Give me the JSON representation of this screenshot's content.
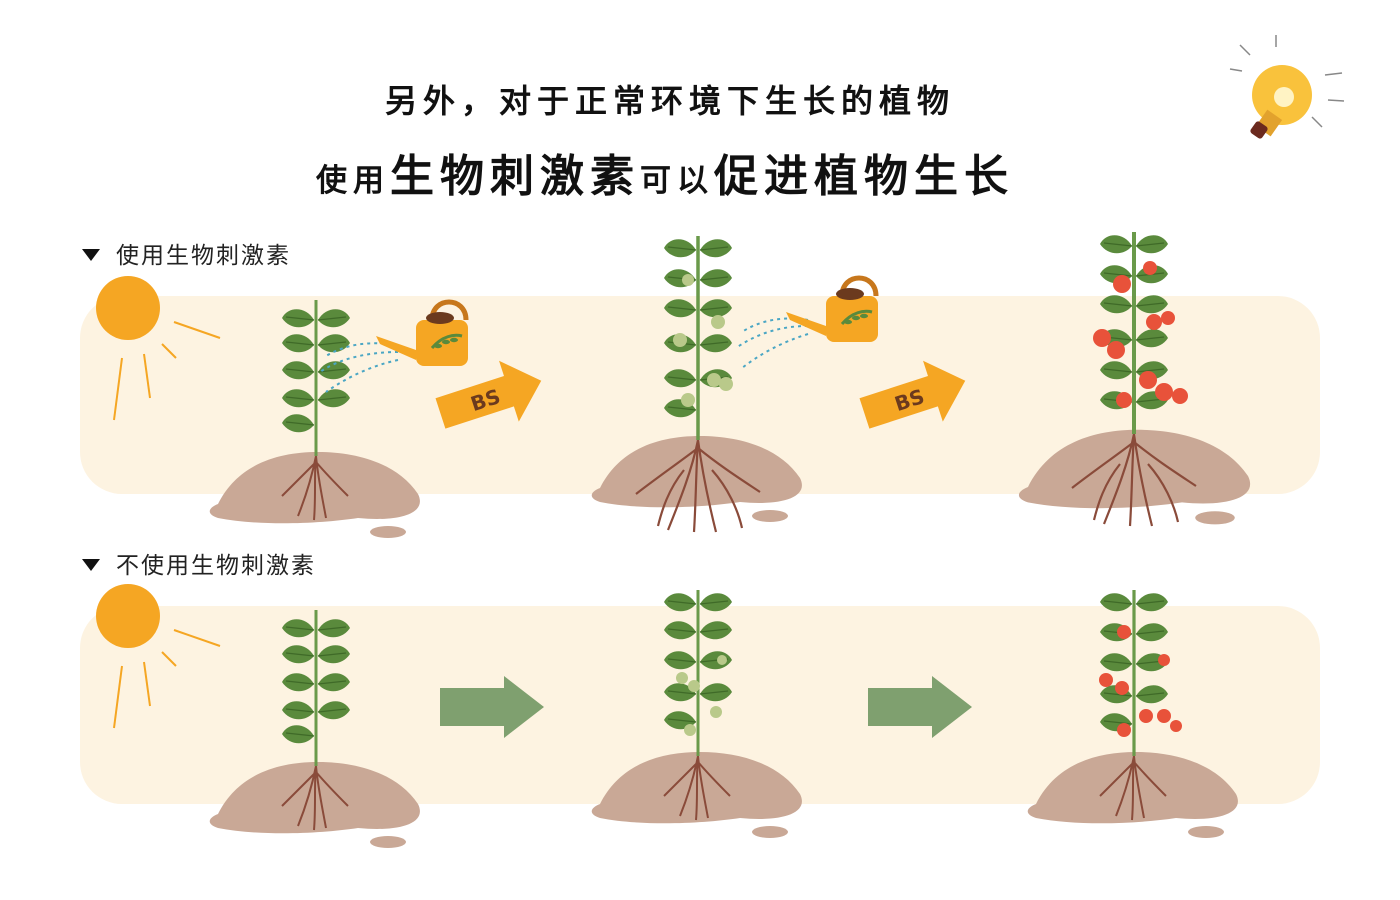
{
  "title": {
    "line1": "另外，对于正常环境下生长的植物",
    "line2_part1": "使用",
    "line2_part2": "生物刺激素",
    "line2_part3": "可以",
    "line2_part4": "促进植物生长"
  },
  "rows": [
    {
      "label": "使用生物刺激素",
      "arrow_text": "BS",
      "arrow_color": "#f5a623"
    },
    {
      "label": "不使用生物刺激素",
      "arrow_color": "#7fa06f"
    }
  ],
  "colors": {
    "sun": "#f5a623",
    "band": "#fdf3e1",
    "leaf": "#5a8a3c",
    "soil": "#c9a896",
    "root": "#8a4b3a",
    "tomato_ripe": "#e8523a",
    "tomato_green": "#b9c98a",
    "water": "#4aa6c4"
  },
  "icons": [
    "sun-icon",
    "watering-can-icon",
    "lightbulb-icon",
    "tomato-plant-icon"
  ]
}
